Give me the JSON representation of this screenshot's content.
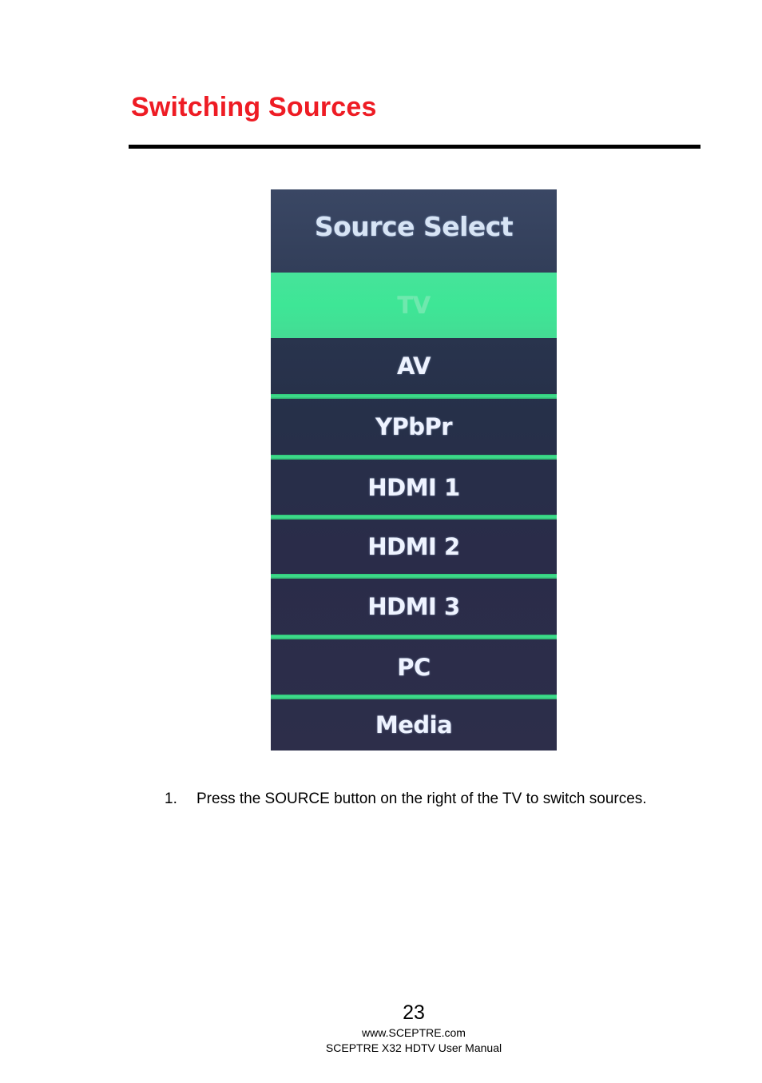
{
  "section": {
    "title": "Switching Sources"
  },
  "osd_menu": {
    "header": "Source Select",
    "items": [
      {
        "label": "TV",
        "selected": true
      },
      {
        "label": "AV",
        "selected": false
      },
      {
        "label": "YPbPr",
        "selected": false
      },
      {
        "label": "HDMI 1",
        "selected": false
      },
      {
        "label": "HDMI 2",
        "selected": false
      },
      {
        "label": "HDMI 3",
        "selected": false
      },
      {
        "label": "PC",
        "selected": false
      },
      {
        "label": "Media",
        "selected": false
      }
    ],
    "colors": {
      "highlight": "#3ee696",
      "divider": "#3fe08e",
      "background": "#263049",
      "text": "#eef3ff"
    }
  },
  "instructions": [
    {
      "number": "1.",
      "text": "Press the SOURCE button on the right of the TV to switch sources."
    }
  ],
  "footer": {
    "page_number": "23",
    "url": "www.SCEPTRE.com",
    "manual": "SCEPTRE X32 HDTV User Manual"
  },
  "colors": {
    "title": "#ee1c24"
  }
}
